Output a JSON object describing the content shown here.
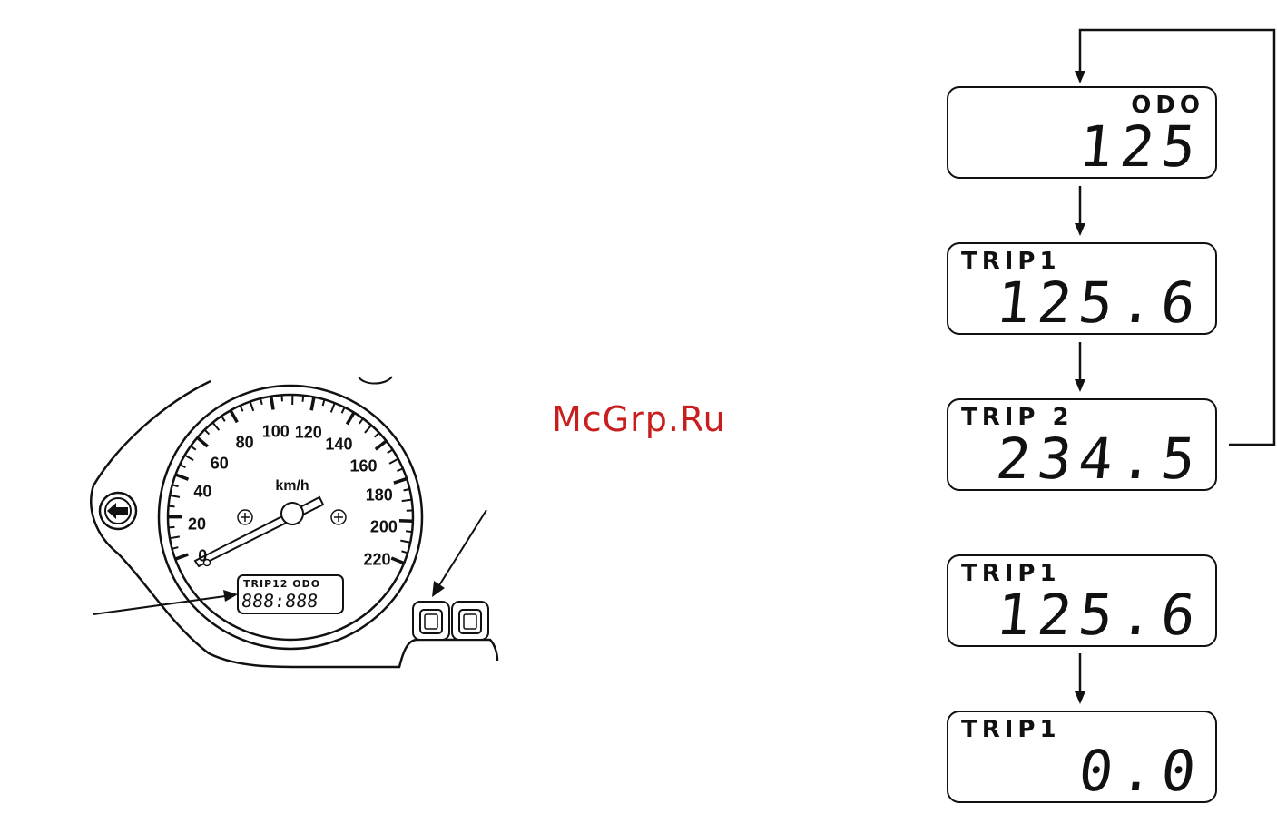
{
  "watermark": "McGrp.Ru",
  "gauge": {
    "unit": "km/h",
    "scale_labels": [
      "0",
      "20",
      "40",
      "60",
      "80",
      "100",
      "120",
      "140",
      "160",
      "180",
      "200",
      "220"
    ],
    "lcd_label": "TRIP12 ODO",
    "lcd_digits": "888:888"
  },
  "sequence": [
    {
      "label": "ODO",
      "value": "125"
    },
    {
      "label": "TRIP1",
      "value": "125.6"
    },
    {
      "label": "TRIP 2",
      "value": "234.5"
    }
  ],
  "reset_sequence": [
    {
      "label": "TRIP1",
      "value": "125.6"
    },
    {
      "label": "TRIP1",
      "value": "0.0"
    }
  ]
}
